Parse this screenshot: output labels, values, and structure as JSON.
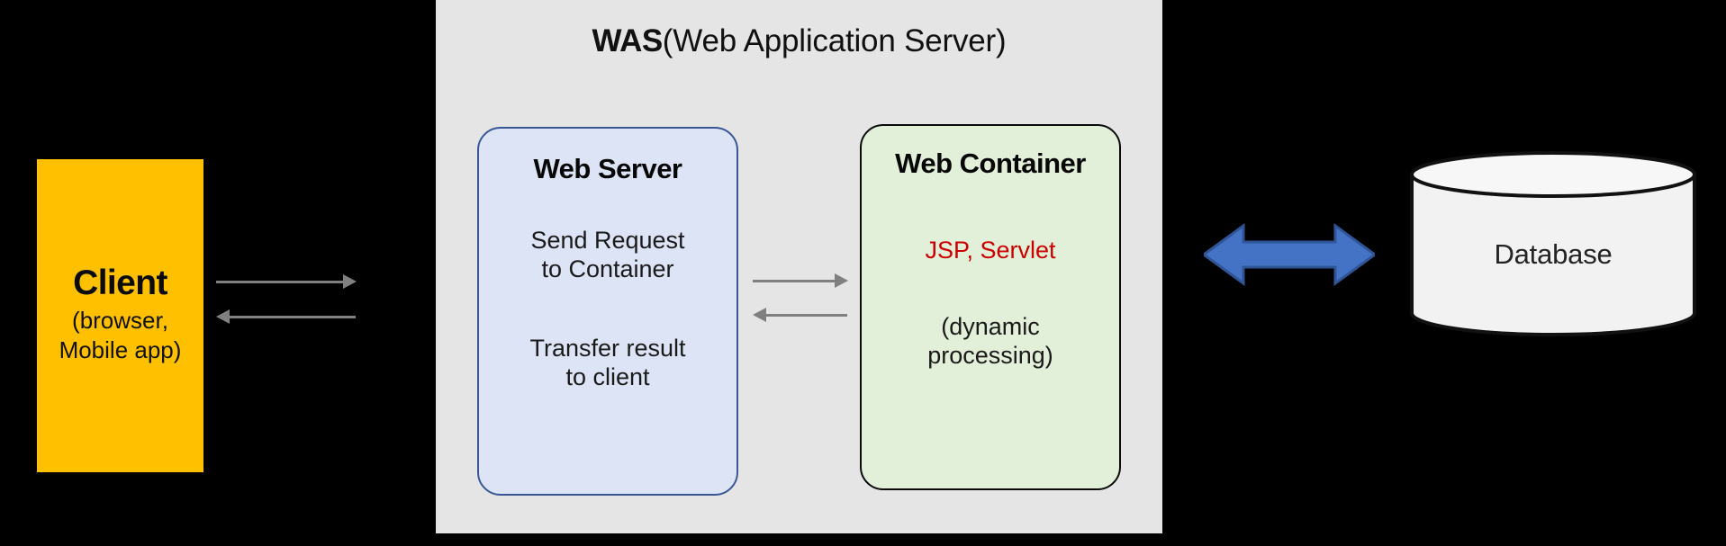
{
  "diagram": {
    "title": "WAS (Web Application Server) architecture",
    "colors": {
      "background": "#000000",
      "was_panel": "#E5E5E5",
      "client_fill": "#FFC000",
      "web_server_fill": "#DCE4F5",
      "web_server_border": "#3A5795",
      "web_container_fill": "#E2EFD9",
      "web_container_border": "#0A0A0A",
      "database_fill": "#F2F2F2",
      "database_border": "#111111",
      "gray_arrow": "#808080",
      "blue_arrow": "#4472C4",
      "blue_arrow_border": "#2F5597",
      "accent_red": "#CC0000"
    }
  },
  "was": {
    "title_bold": "WAS",
    "title_rest": "(Web Application Server)"
  },
  "client": {
    "title": "Client",
    "sub_line1": "(browser,",
    "sub_line2": "Mobile app)"
  },
  "web_server": {
    "title": "Web Server",
    "para1_line1": "Send Request",
    "para1_line2": "to Container",
    "para2_line1": "Transfer result",
    "para2_line2": "to client"
  },
  "web_container": {
    "title": "Web Container",
    "tech": "JSP, Servlet",
    "note_line1": "(dynamic",
    "note_line2": "processing)"
  },
  "database": {
    "label": "Database"
  },
  "arrows": {
    "client_to_server": "request-arrow-right",
    "server_to_client": "response-arrow-left",
    "server_to_container": "forward-arrow-right",
    "container_to_server": "return-arrow-left",
    "container_to_database": "bidirectional-blue-arrow"
  }
}
